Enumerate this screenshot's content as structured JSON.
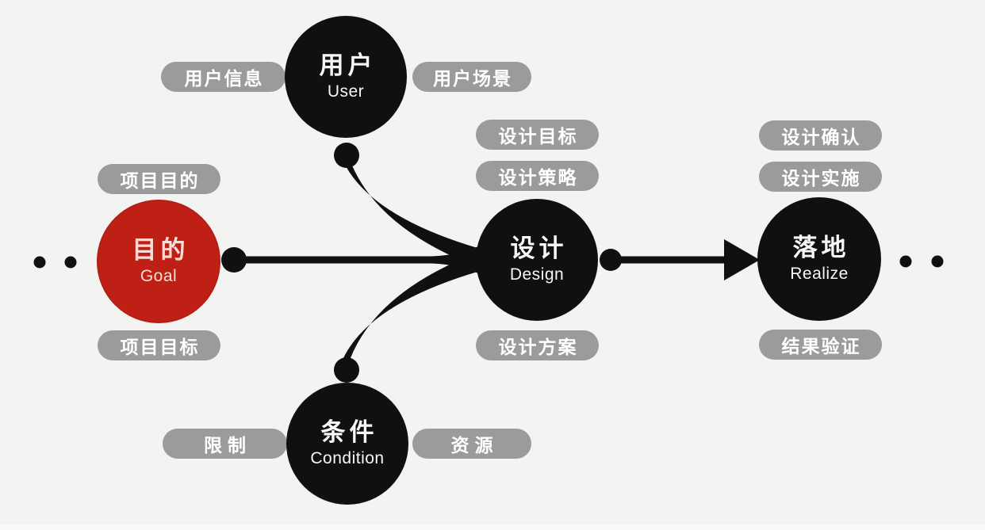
{
  "diagram": {
    "description": "design process flow diagram",
    "nodes": {
      "goal": {
        "zh": "目的",
        "en": "Goal"
      },
      "user": {
        "zh": "用户",
        "en": "User"
      },
      "design": {
        "zh": "设计",
        "en": "Design"
      },
      "condition": {
        "zh": "条件",
        "en": "Condition"
      },
      "realize": {
        "zh": "落地",
        "en": "Realize"
      }
    },
    "pills": {
      "goal_top": "项目目的",
      "goal_bottom": "项目目标",
      "user_left": "用户信息",
      "user_right": "用户场景",
      "design_top_1": "设计目标",
      "design_top_2": "设计策略",
      "design_bottom": "设计方案",
      "realize_top_1": "设计确认",
      "realize_top_2": "设计实施",
      "realize_bottom": "结果验证",
      "condition_left": "限制",
      "condition_right": "资源"
    },
    "edges": [
      {
        "from": "goal",
        "to": "design",
        "style": "line"
      },
      {
        "from": "user",
        "to": "design",
        "style": "curve"
      },
      {
        "from": "condition",
        "to": "design",
        "style": "curve"
      },
      {
        "from": "design",
        "to": "realize",
        "style": "arrow"
      }
    ],
    "colors": {
      "background": "#f3f3f1",
      "goal_circle": "#bf2016",
      "black_circle": "#101010",
      "pill_background": "#9b9b9b",
      "pill_text": "#ffffff",
      "circle_text": "#f7f7f7",
      "goal_circle_text": "#f6ded7",
      "connector": "#101010"
    }
  }
}
